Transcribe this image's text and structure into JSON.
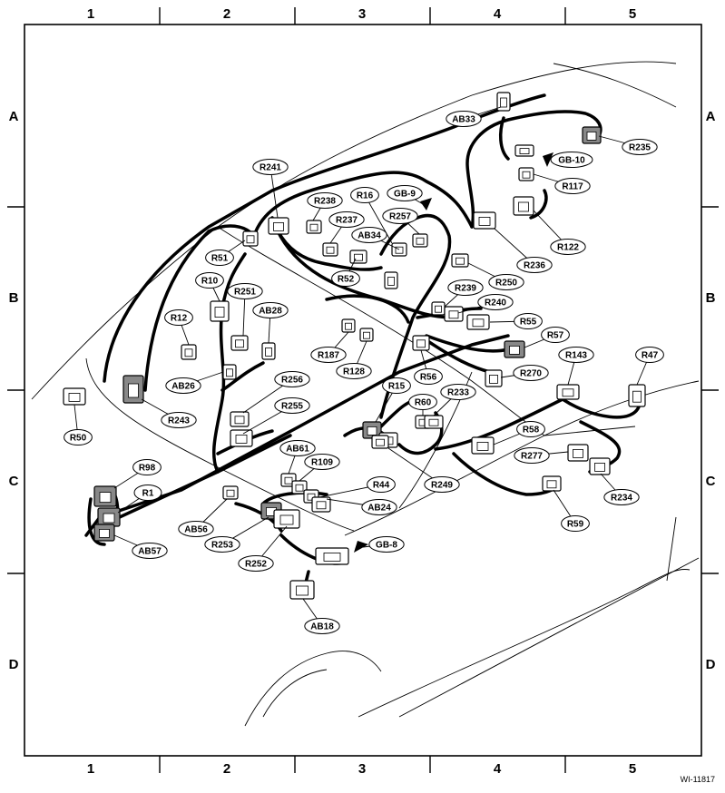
{
  "grid": {
    "columns": [
      "1",
      "2",
      "3",
      "4",
      "5"
    ],
    "rows": [
      "A",
      "B",
      "C",
      "D"
    ]
  },
  "figure_id": "WI-11817",
  "labels": [
    "R241",
    "R238",
    "R16",
    "GB-9",
    "R237",
    "R257",
    "AB34",
    "R51",
    "R52",
    "AB33",
    "GB-10",
    "R235",
    "R117",
    "R122",
    "R236",
    "R250",
    "R239",
    "R240",
    "R55",
    "R57",
    "R10",
    "R251",
    "R12",
    "AB28",
    "R187",
    "R128",
    "R56",
    "R270",
    "R143",
    "R47",
    "AB26",
    "R256",
    "R255",
    "R15",
    "R60",
    "R233",
    "R243",
    "R50",
    "AB61",
    "R109",
    "R44",
    "AB24",
    "R249",
    "R58",
    "R277",
    "R234",
    "R59",
    "R98",
    "R1",
    "AB57",
    "AB56",
    "R253",
    "R252",
    "GB-8",
    "AB18"
  ]
}
